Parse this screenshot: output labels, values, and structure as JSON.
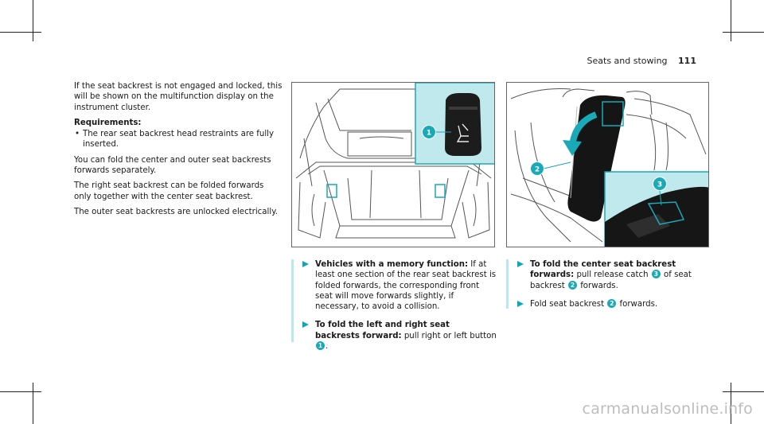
{
  "header": {
    "section": "Seats and stowing",
    "page_number": "111"
  },
  "intro": {
    "text1": "If the seat backrest is not engaged and locked, this will be shown on the multifunction display on the instrument cluster.",
    "requirements_label": "Requirements:",
    "requirement_1": "The rear seat backrest head restraints are fully inserted.",
    "text2": "You can fold the center and outer seat backrests forwards separately.",
    "text3": "The right seat backrest can be folded forwards only together with the center seat backrest.",
    "text4": "The outer seat backrests are unlocked electrically."
  },
  "figure1": {
    "callout_1": "1"
  },
  "figure2": {
    "callout_2": "2",
    "callout_3": "3"
  },
  "steps_left": {
    "item1_title": "Vehicles with a memory function:",
    "item1_text": " If at least one section of the rear seat backrest is folded forwards, the corresponding front seat will move forwards slightly, if necessary, to avoid a collision.",
    "item2_title": "To fold the left and right seat backrests forward:",
    "item2_text_a": " pull right or left button ",
    "item2_badge": "1",
    "item2_text_b": "."
  },
  "steps_right": {
    "item1_title": "To fold the center seat backrest forwards:",
    "item1_text_a": " pull release catch ",
    "item1_badge_a": "3",
    "item1_text_b": " of seat backrest ",
    "item1_badge_b": "2",
    "item1_text_c": " forwards.",
    "item2_text_a": "Fold seat backrest ",
    "item2_badge": "2",
    "item2_text_b": " forwards."
  },
  "watermark": "carmanualsonline.info",
  "colors": {
    "accent": "#1aa9b7",
    "panel": "#bfe9ec",
    "arrow": "#0aa8b8"
  }
}
